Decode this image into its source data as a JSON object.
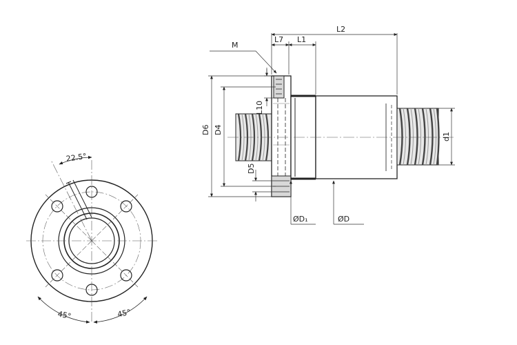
{
  "colors": {
    "line": "#222222",
    "dim": "#333333",
    "center": "#555555",
    "thread_fill": "#e6e6e6",
    "shade": "#9a9a9a",
    "dark": "#444444"
  },
  "labels": {
    "angle_top": "22.5°",
    "angle_left": "45°",
    "angle_right": "45°",
    "M": "M",
    "L7": "L7",
    "L1": "L1",
    "L2": "L2",
    "L10": "L10",
    "D6": "D6",
    "D4": "D4",
    "D5": "D5",
    "d1": "d1",
    "D1": "ØD₁",
    "D": "ØD"
  }
}
